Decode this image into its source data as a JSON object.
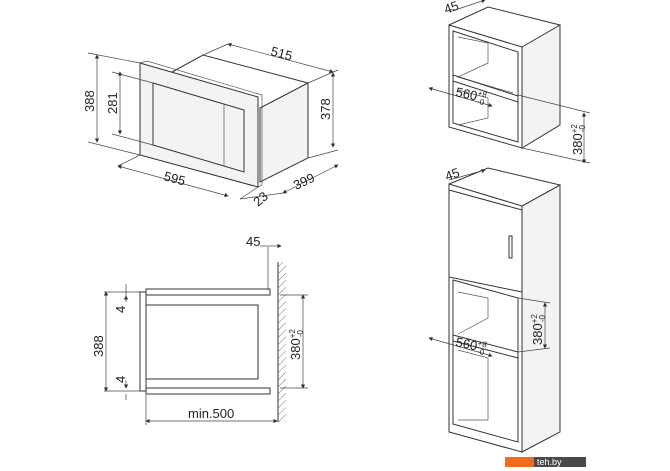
{
  "isometric_view": {
    "width_depth_top": "515",
    "height_front": "388",
    "window_height": "281",
    "body_height": "378",
    "front_width": "595",
    "body_depth": "399",
    "front_depth": "23"
  },
  "side_view": {
    "gap_back": "45",
    "gap_top": "4",
    "gap_bottom": "4",
    "front_height": "388",
    "niche_height": "380",
    "niche_tol_plus": "+2",
    "niche_tol_minus": "-0",
    "min_depth": "min.500"
  },
  "wall_cabinet": {
    "gap_back": "45",
    "niche_width": "560",
    "niche_width_tol_plus": "+8",
    "niche_width_tol_minus": "-0",
    "niche_height": "380",
    "niche_height_tol_plus": "+2",
    "niche_height_tol_minus": "-0"
  },
  "tall_cabinet": {
    "gap_back": "45",
    "niche_width": "560",
    "niche_width_tol_plus": "+8",
    "niche_width_tol_minus": "-0",
    "niche_height": "380",
    "niche_height_tol_plus": "+2",
    "niche_height_tol_minus": "-0"
  },
  "watermark": {
    "text": "teh.by",
    "accent": "#f26b1d",
    "bg": "#4a4a4a"
  }
}
